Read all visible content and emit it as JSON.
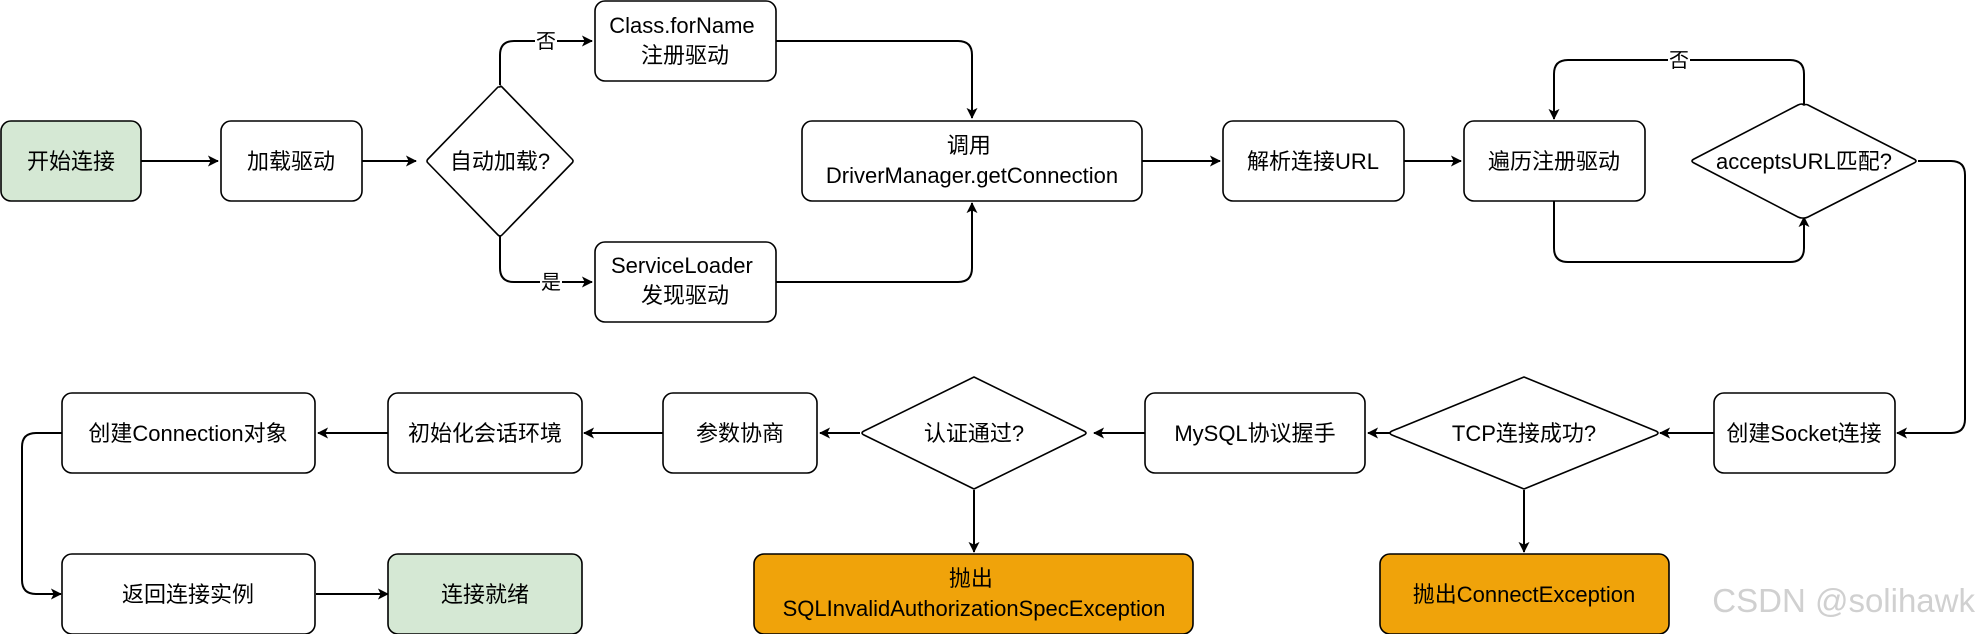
{
  "colors": {
    "start_fill": "#d5e8d4",
    "start_stroke": "#82b366",
    "error_fill": "#f0a30a",
    "error_stroke": "#bd7000",
    "default_fill": "#ffffff",
    "line": "#000000"
  },
  "nodes": {
    "start": {
      "lines": [
        "开始连接"
      ]
    },
    "load_driver": {
      "lines": [
        "加载驱动"
      ]
    },
    "auto_load": {
      "lines": [
        "自动加载?"
      ]
    },
    "class_forname": {
      "lines": [
        "Class.forName",
        "注册驱动"
      ]
    },
    "service_loader": {
      "lines": [
        "ServiceLoader",
        "发现驱动"
      ]
    },
    "get_connection": {
      "lines": [
        "调用",
        "DriverManager.getConnection"
      ]
    },
    "parse_url": {
      "lines": [
        "解析连接URL"
      ]
    },
    "iterate_drivers": {
      "lines": [
        "遍历注册驱动"
      ]
    },
    "accepts_url": {
      "lines": [
        "acceptsURL匹配?"
      ]
    },
    "create_socket": {
      "lines": [
        "创建Socket连接"
      ]
    },
    "tcp_ok": {
      "lines": [
        "TCP连接成功?"
      ]
    },
    "throw_connect": {
      "lines": [
        "抛出ConnectException"
      ]
    },
    "mysql_handshake": {
      "lines": [
        "MySQL协议握手"
      ]
    },
    "auth_ok": {
      "lines": [
        "认证通过?"
      ]
    },
    "throw_sql": {
      "lines": [
        "抛出",
        "SQLInvalidAuthorizationSpecException"
      ]
    },
    "negotiate": {
      "lines": [
        "参数协商"
      ]
    },
    "init_session": {
      "lines": [
        "初始化会话环境"
      ]
    },
    "create_conn_obj": {
      "lines": [
        "创建Connection对象"
      ]
    },
    "return_instance": {
      "lines": [
        "返回连接实例"
      ]
    },
    "ready": {
      "lines": [
        "连接就绪"
      ]
    }
  },
  "edge_labels": {
    "no_top": "否",
    "yes_bottom": "是",
    "no_loop": "否"
  },
  "watermark": "CSDN @solihawk"
}
